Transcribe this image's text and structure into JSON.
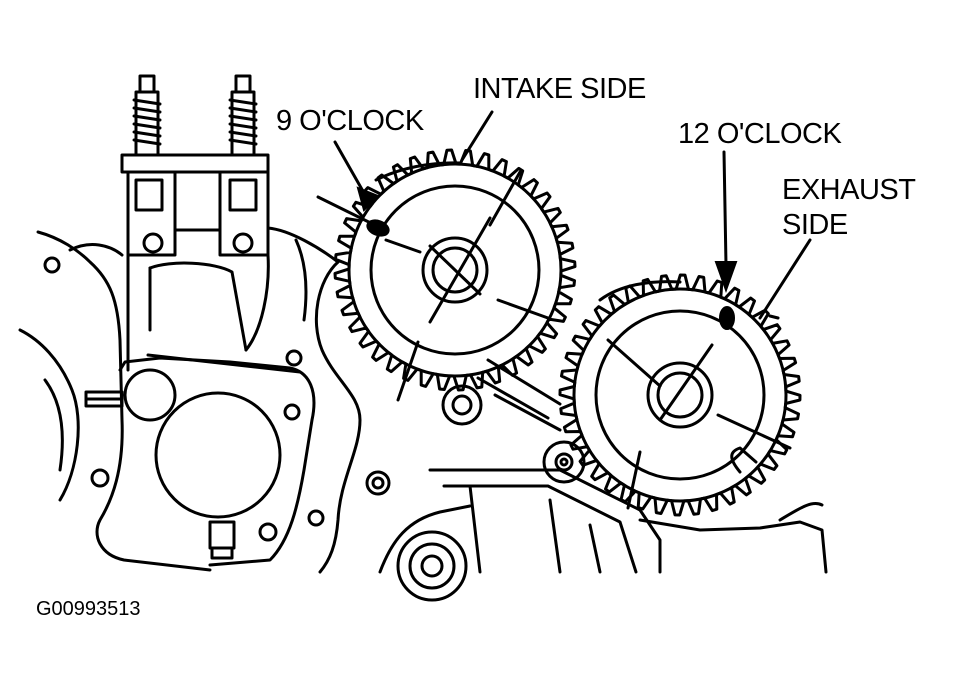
{
  "labels": {
    "nine_oclock": "9 O'CLOCK",
    "intake_side": "INTAKE SIDE",
    "twelve_oclock": "12 O'CLOCK",
    "exhaust_line1": "EXHAUST",
    "exhaust_line2": "SIDE"
  },
  "figure_code": "G00993513",
  "colors": {
    "ink": "#000000",
    "paper": "#ffffff"
  }
}
